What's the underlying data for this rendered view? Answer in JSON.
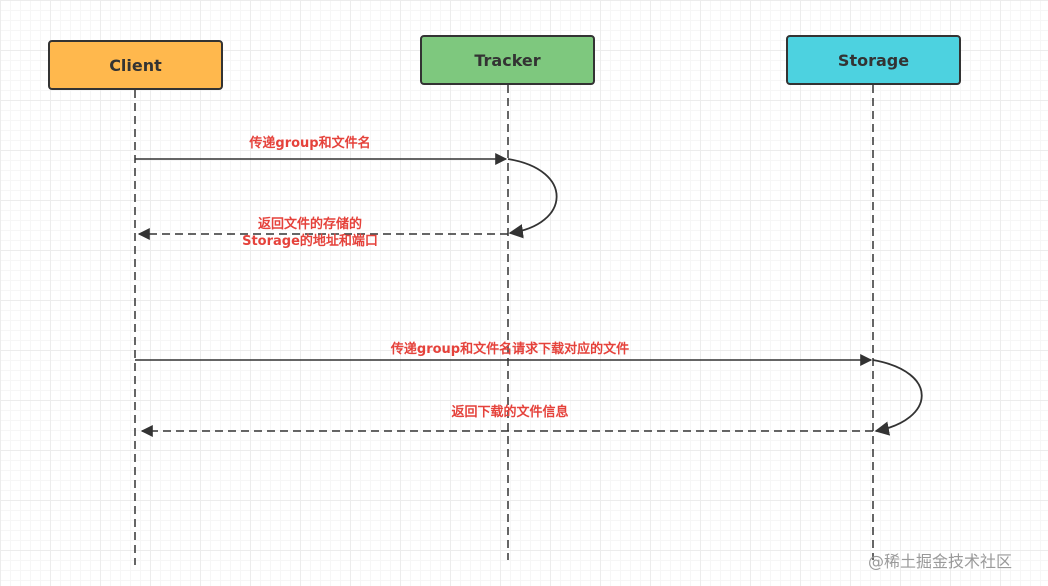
{
  "actors": {
    "client": "Client",
    "tracker": "Tracker",
    "storage": "Storage"
  },
  "messages": {
    "m1": "传递group和文件名",
    "m2_line1": "返回文件的存储的",
    "m2_line2": "Storage的地址和端口",
    "m3": "传递group和文件名请求下载对应的文件",
    "m4": "返回下载的文件信息"
  },
  "watermark": "@稀土掘金技术社区",
  "colors": {
    "client": "#ffb84d",
    "tracker": "#7ec87e",
    "storage": "#4dd2e0",
    "message_text": "#e5423b",
    "line": "#333333"
  }
}
